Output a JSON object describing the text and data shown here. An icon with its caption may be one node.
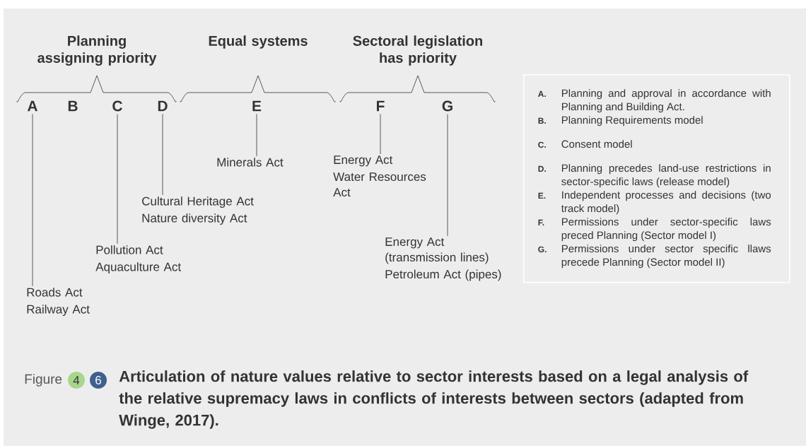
{
  "diagram": {
    "caption": "Articulation of nature values relative to sector interests based on a legal analysis of the relative supremacy laws in conflicts of interests between sectors (adapted from Winge, 2017).",
    "nodes": [
      {
        "text": [
          "A"
        ]
      },
      {
        "text": [
          "B"
        ]
      },
      {
        "text": [
          "C"
        ]
      },
      {
        "text": [
          "D"
        ]
      },
      {
        "text": [
          "E"
        ]
      },
      {
        "text": [
          "F"
        ]
      },
      {
        "text": [
          "G"
        ]
      },
      {
        "text": [
          "Roads Act",
          "Railway Act"
        ]
      },
      {
        "text": [
          "Pollution Act",
          "Aquaculture Act"
        ]
      },
      {
        "text": [
          "Cultural Heritage Act",
          "Nature diversity Act"
        ]
      },
      {
        "text": [
          "Minerals Act"
        ]
      },
      {
        "text": [
          "Energy Act",
          "Water Resources Act"
        ]
      },
      {
        "text": [
          "Energy Act (transmission lines)",
          "Petroleum Act (pipes)"
        ]
      },
      {
        "text": [
          "A.",
          "Planning and approval in accordance with Planning and Building Act.",
          "B.",
          "Planning Requirements model",
          "C.",
          "Consent model",
          "D.",
          "Planning precedes land-use restrictions in sector-specific laws (release model)",
          "E.",
          "Independent processes and decisions (two track model)",
          "F.",
          "Permissions under sector-specific laws preced Planning (Sector model I)",
          "G.",
          "Permissions under sector specific llaws precede Planning (Sector model II)"
        ]
      }
    ],
    "edges": [
      {
        "from": 0,
        "to": 7,
        "arrow": "none"
      },
      {
        "from": 2,
        "to": 8,
        "arrow": "none"
      },
      {
        "from": 3,
        "to": 9,
        "arrow": "none"
      },
      {
        "from": 4,
        "to": 10,
        "arrow": "none"
      },
      {
        "from": 5,
        "to": 11,
        "arrow": "none"
      },
      {
        "from": 6,
        "to": 12,
        "arrow": "none"
      }
    ],
    "labels": [
      "Planning assigning priority",
      "Equal systems",
      "Sectoral legislation has priority",
      "Figure",
      "4",
      "6"
    ]
  }
}
